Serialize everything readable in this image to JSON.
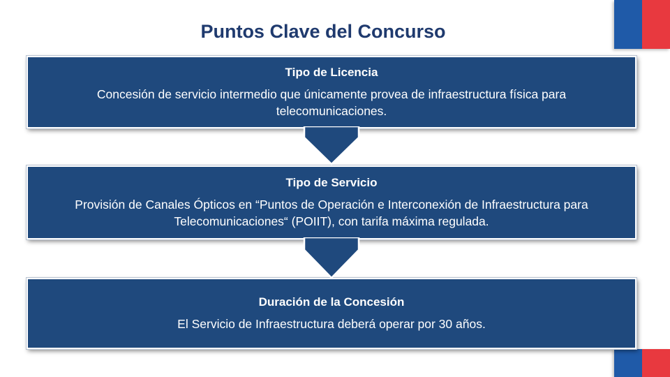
{
  "title": "Puntos Clave del Concurso",
  "colors": {
    "box": "#1f497d",
    "title": "#1f3a6e",
    "flag_blue": "#1f5aa8",
    "flag_red": "#e8393f"
  },
  "steps": [
    {
      "heading": "Tipo de Licencia",
      "text": "Concesión de servicio intermedio que únicamente provea de infraestructura física para telecomunicaciones."
    },
    {
      "heading": "Tipo de Servicio",
      "text": "Provisión de Canales Ópticos en “Puntos de Operación e Interconexión de Infraestructura para Telecomunicaciones“ (POIIT), con tarifa máxima regulada."
    },
    {
      "heading": "Duración de la Concesión",
      "text": "El Servicio de Infraestructura deberá operar por 30 años."
    }
  ]
}
